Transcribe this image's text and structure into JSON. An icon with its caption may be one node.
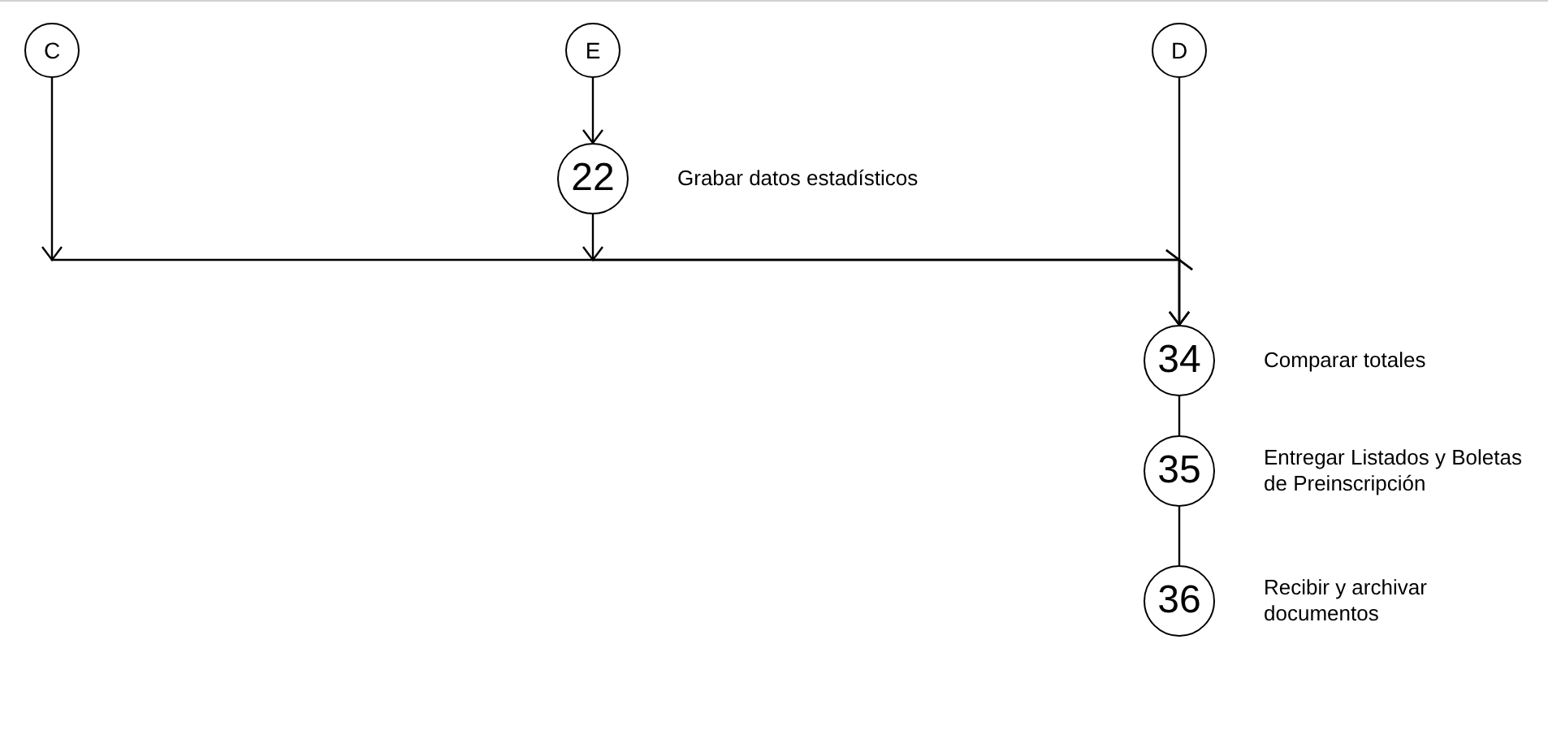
{
  "diagram": {
    "nodes": [
      {
        "text": [
          "C"
        ]
      },
      {
        "text": [
          "E"
        ]
      },
      {
        "text": [
          "D"
        ]
      },
      {
        "text": [
          "22"
        ],
        "beside": [
          "Grabar datos estadísticos"
        ]
      },
      {
        "text": [
          "34"
        ],
        "beside": [
          "Comparar totales"
        ]
      },
      {
        "text": [
          "35"
        ],
        "beside": [
          "Entregar Listados y Boletas de Preinscripción"
        ]
      },
      {
        "text": [
          "36"
        ],
        "beside": [
          "Recibir y archivar documentos"
        ]
      }
    ],
    "edges": [
      {
        "from": 1,
        "to": 3,
        "arrow": "to"
      },
      {
        "from": 0,
        "to": 4,
        "arrow": "to"
      },
      {
        "from": 3,
        "to": 4,
        "arrow": "to"
      },
      {
        "from": 2,
        "to": 4,
        "arrow": "to"
      },
      {
        "from": 4,
        "to": 5,
        "arrow": "none"
      },
      {
        "from": 5,
        "to": 6,
        "arrow": "none"
      }
    ]
  }
}
